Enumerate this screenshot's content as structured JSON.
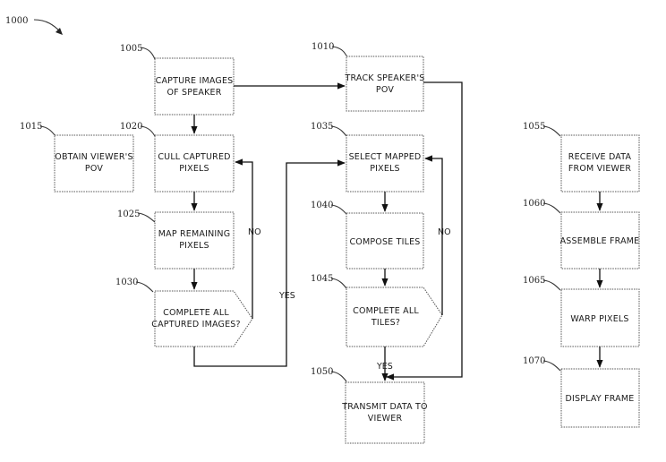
{
  "figure": {
    "ref": "1000",
    "steps": {
      "s1005": {
        "ref": "1005",
        "lines": [
          "CAPTURE IMAGES",
          "OF SPEAKER"
        ]
      },
      "s1010": {
        "ref": "1010",
        "lines": [
          "TRACK SPEAKER'S",
          "POV"
        ]
      },
      "s1015": {
        "ref": "1015",
        "lines": [
          "OBTAIN VIEWER'S",
          "POV"
        ]
      },
      "s1020": {
        "ref": "1020",
        "lines": [
          "CULL CAPTURED",
          "PIXELS"
        ]
      },
      "s1025": {
        "ref": "1025",
        "lines": [
          "MAP REMAINING",
          "PIXELS"
        ]
      },
      "s1030": {
        "ref": "1030",
        "lines": [
          "COMPLETE ALL",
          "CAPTURED IMAGES?"
        ]
      },
      "s1035": {
        "ref": "1035",
        "lines": [
          "SELECT MAPPED",
          "PIXELS"
        ]
      },
      "s1040": {
        "ref": "1040",
        "lines": [
          "COMPOSE TILES"
        ]
      },
      "s1045": {
        "ref": "1045",
        "lines": [
          "COMPLETE ALL",
          "TILES?"
        ]
      },
      "s1050": {
        "ref": "1050",
        "lines": [
          "TRANSMIT DATA TO",
          "VIEWER"
        ]
      },
      "s1055": {
        "ref": "1055",
        "lines": [
          "RECEIVE DATA",
          "FROM VIEWER"
        ]
      },
      "s1060": {
        "ref": "1060",
        "lines": [
          "ASSEMBLE FRAME"
        ]
      },
      "s1065": {
        "ref": "1065",
        "lines": [
          "WARP PIXELS"
        ]
      },
      "s1070": {
        "ref": "1070",
        "lines": [
          "DISPLAY FRAME"
        ]
      }
    },
    "labels": {
      "no_left": "NO",
      "yes_mid": "YES",
      "no_right": "NO",
      "yes_bottom": "YES"
    }
  }
}
